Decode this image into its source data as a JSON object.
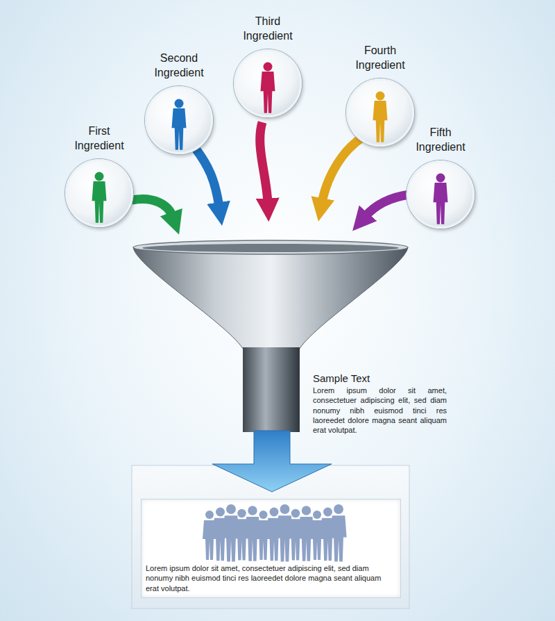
{
  "diagram": {
    "nodes": [
      {
        "text": [
          "First Ingredient"
        ]
      },
      {
        "text": [
          "Second Ingredient"
        ]
      },
      {
        "text": [
          "Third Ingredient"
        ]
      },
      {
        "text": [
          "Fourth Ingredient"
        ]
      },
      {
        "text": [
          "Fifth Ingredient"
        ]
      },
      {
        "text": [
          "Lorem ipsum dolor sit amet, consectetuer adipiscing elit, sed diam nonumy nibh euismod tinci res laoreedet dolore magna seant aliquam erat volutpat."
        ]
      }
    ],
    "labels": [
      "Sample Text",
      "Lorem ipsum dolor sit amet, consectetuer adipiscing elit, sed diam nonumy nibh euismod tinci res laoreedet dolore magna seant aliquam erat volutpat."
    ]
  }
}
